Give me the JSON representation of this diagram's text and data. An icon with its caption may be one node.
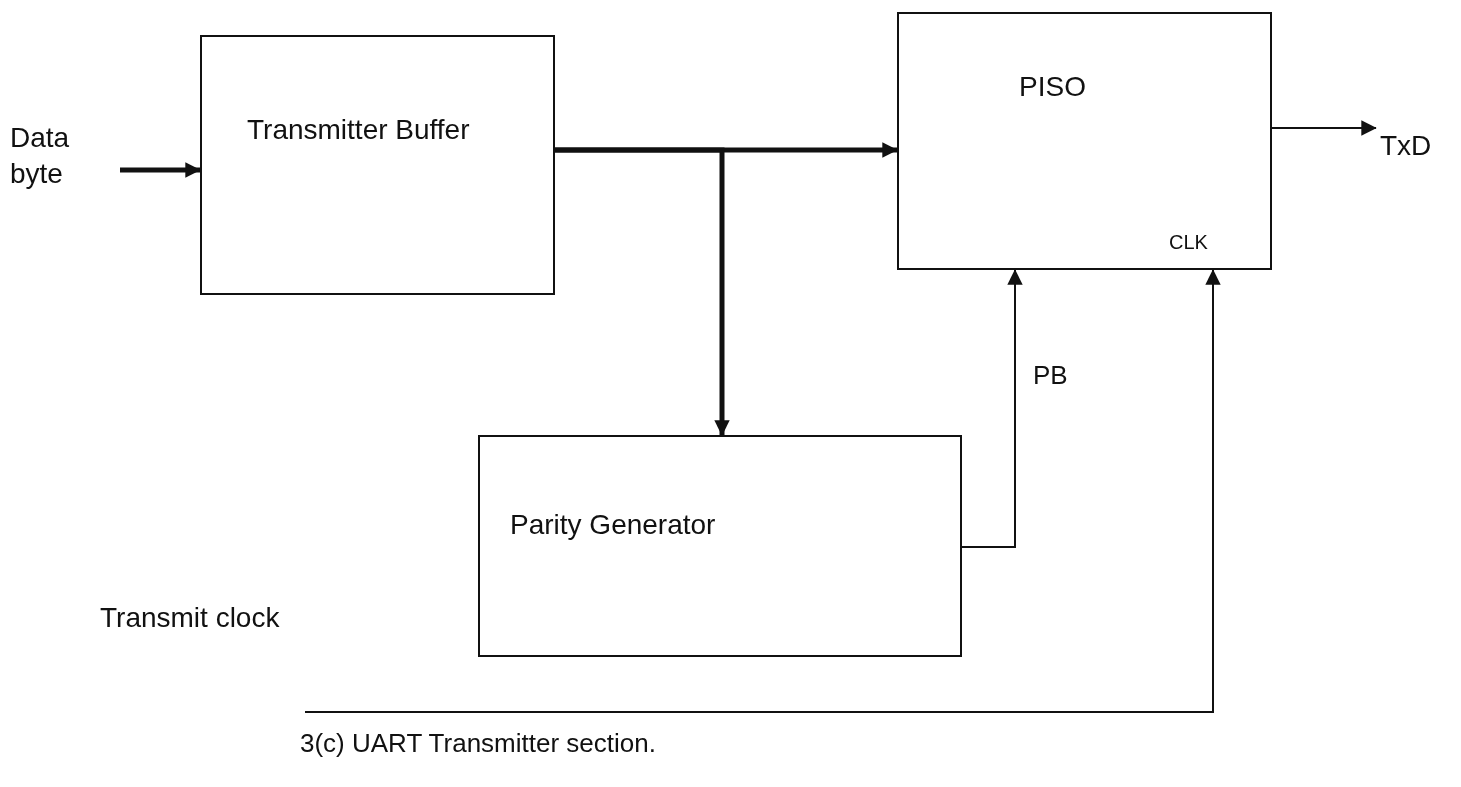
{
  "diagram": {
    "caption": "3(c) UART Transmitter section.",
    "nodes": [
      {
        "text": [
          "Data byte"
        ]
      },
      {
        "text": [
          "Transmitter Buffer"
        ]
      },
      {
        "text": [
          "PISO",
          "CLK"
        ]
      },
      {
        "text": [
          "Parity Generator"
        ]
      },
      {
        "text": [
          "TxD"
        ]
      },
      {
        "text": [
          "Transmit clock"
        ]
      }
    ],
    "edges": [
      {
        "from": 0,
        "to": 1,
        "arrow": "to",
        "style": "thick"
      },
      {
        "from": 1,
        "to": 2,
        "arrow": "to",
        "style": "thick"
      },
      {
        "from": 1,
        "to": 3,
        "arrow": "to",
        "style": "thick"
      },
      {
        "from": 3,
        "to": 2,
        "arrow": "to",
        "label": "PB"
      },
      {
        "from": 2,
        "to": 4,
        "arrow": "to"
      },
      {
        "from": 5,
        "to": 2,
        "arrow": "to"
      }
    ]
  }
}
